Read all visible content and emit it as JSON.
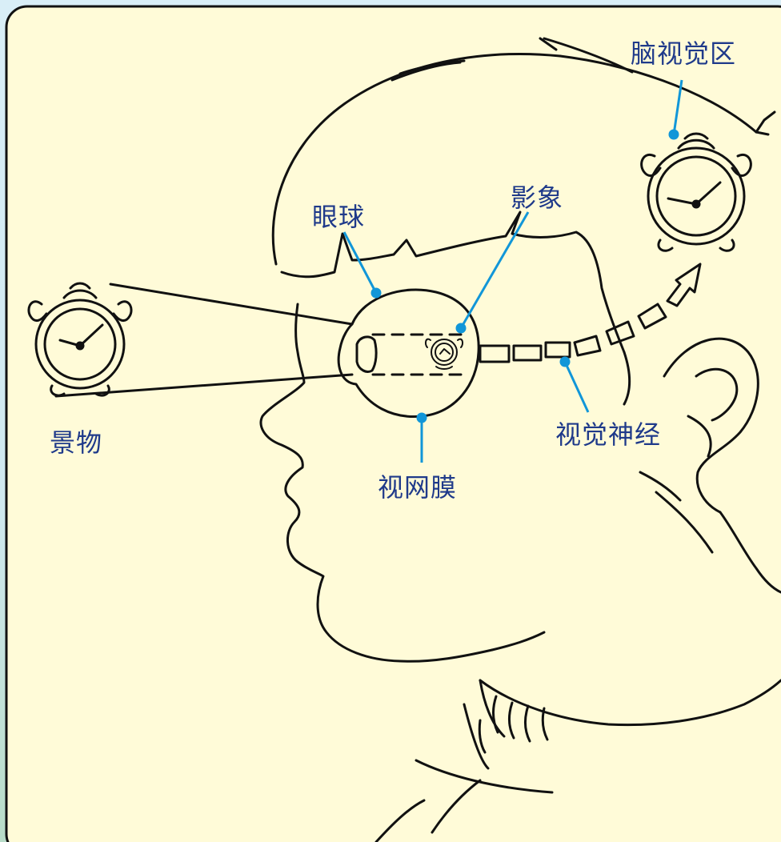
{
  "labels": {
    "scene": "景物",
    "eyeball": "眼球",
    "image": "影象",
    "retina": "视网膜",
    "optic_nerve": "视觉神经",
    "visual_cortex": "脑视觉区"
  },
  "colors": {
    "outer_background": "#cfe6f0",
    "panel_background": "#fffbd8",
    "line": "#111111",
    "label_text": "#1f3a8a",
    "pointer": "#1196d8"
  }
}
